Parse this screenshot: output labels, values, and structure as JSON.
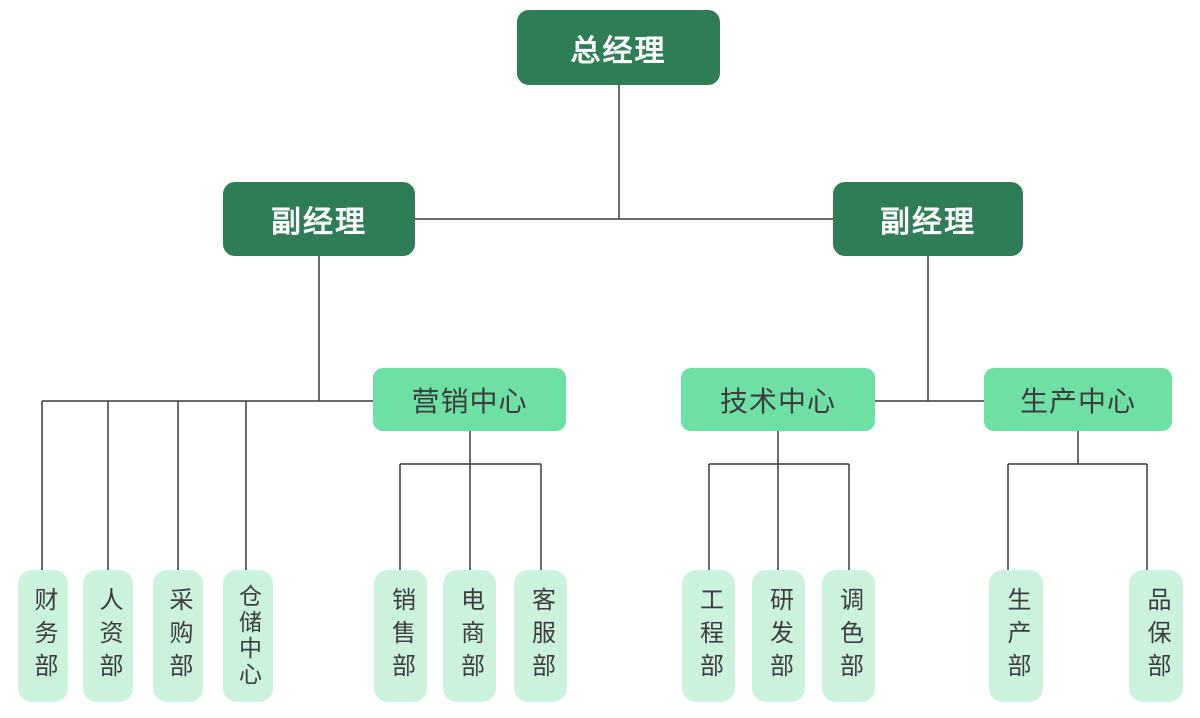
{
  "diagram_type": "org-chart",
  "colors": {
    "executive_node": "#2E7D57",
    "center_node": "#6EDFA5",
    "department_node": "#CBF2DD",
    "connector_line": "#3A3A3A",
    "executive_text": "#FFFFFF",
    "node_text": "#3D3D3D",
    "background": "#FFFFFF"
  },
  "org": {
    "root": {
      "label": "总经理"
    },
    "deputies": [
      {
        "label": "副经理",
        "side": "left",
        "parent": "总经理"
      },
      {
        "label": "副经理",
        "side": "right",
        "parent": "总经理"
      }
    ],
    "centers": [
      {
        "label": "营销中心",
        "parent": "副经理(左)"
      },
      {
        "label": "技术中心",
        "parent": "副经理(右)"
      },
      {
        "label": "生产中心",
        "parent": "副经理(右)"
      }
    ],
    "departments": [
      {
        "label": "财务部",
        "parent": "副经理(左)"
      },
      {
        "label": "人资部",
        "parent": "副经理(左)"
      },
      {
        "label": "采购部",
        "parent": "副经理(左)"
      },
      {
        "label": "仓储中心",
        "parent": "副经理(左)"
      },
      {
        "label": "销售部",
        "parent": "营销中心"
      },
      {
        "label": "电商部",
        "parent": "营销中心"
      },
      {
        "label": "客服部",
        "parent": "营销中心"
      },
      {
        "label": "工程部",
        "parent": "技术中心"
      },
      {
        "label": "研发部",
        "parent": "技术中心"
      },
      {
        "label": "调色部",
        "parent": "技术中心"
      },
      {
        "label": "生产部",
        "parent": "生产中心"
      },
      {
        "label": "品保部",
        "parent": "生产中心"
      }
    ]
  }
}
